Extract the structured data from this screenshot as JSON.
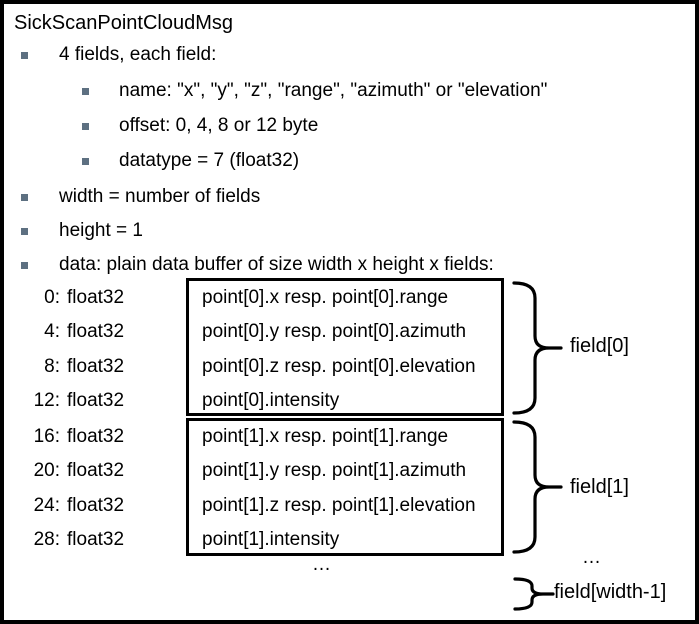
{
  "title": "SickScanPointCloudMsg",
  "bullets": [
    {
      "label": "4 fields, each field:",
      "sub": [
        "name: \"x\", \"y\", \"z\", \"range\", \"azimuth\" or \"elevation\"",
        "offset: 0, 4, 8 or 12 byte",
        "datatype = 7 (float32)"
      ]
    },
    {
      "label": "width = number of fields"
    },
    {
      "label": "height = 1"
    },
    {
      "label": "data: plain data buffer of size width x height x fields:"
    }
  ],
  "buffer": {
    "blocks": [
      {
        "brace_label": "field[0]",
        "rows": [
          {
            "offset": "0:",
            "type": "float32",
            "desc": "point[0].x resp. point[0].range"
          },
          {
            "offset": "4:",
            "type": "float32",
            "desc": "point[0].y resp. point[0].azimuth"
          },
          {
            "offset": "8:",
            "type": "float32",
            "desc": "point[0].z resp. point[0].elevation"
          },
          {
            "offset": "12:",
            "type": "float32",
            "desc": "point[0].intensity"
          }
        ]
      },
      {
        "brace_label": "field[1]",
        "rows": [
          {
            "offset": "16:",
            "type": "float32",
            "desc": "point[1].x resp. point[1].range"
          },
          {
            "offset": "20:",
            "type": "float32",
            "desc": "point[1].y resp. point[1].azimuth"
          },
          {
            "offset": "24:",
            "type": "float32",
            "desc": "point[1].z resp. point[1].elevation"
          },
          {
            "offset": "28:",
            "type": "float32",
            "desc": "point[1].intensity"
          }
        ]
      }
    ],
    "ellipsis_center": "…",
    "ellipsis_right": "…",
    "last_brace_label": "field[width-1]"
  },
  "colors": {
    "text": "#000000",
    "bullet": "#5d7081",
    "border": "#000000",
    "background": "#ffffff"
  }
}
